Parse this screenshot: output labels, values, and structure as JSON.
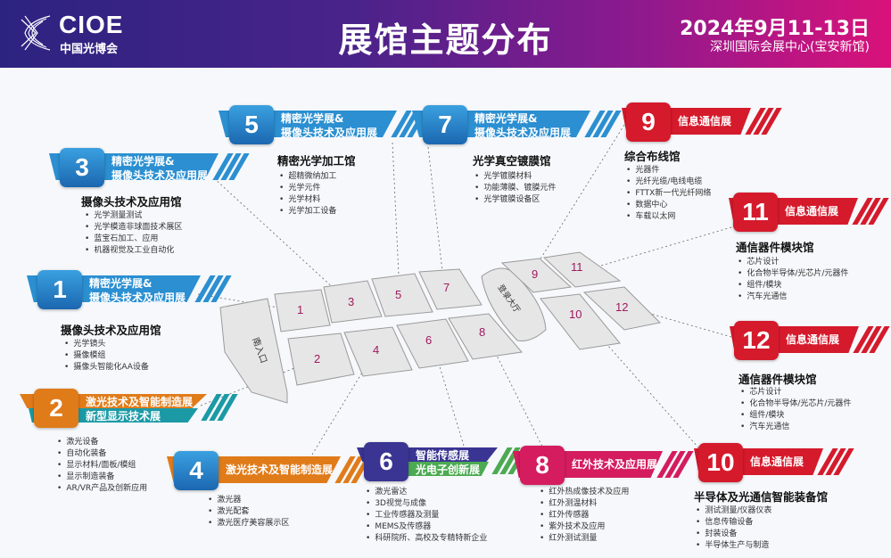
{
  "header": {
    "logo_text": "CIOE",
    "logo_sub": "中国光博会",
    "title": "展馆主题分布",
    "date": "2024年9月11-13日",
    "venue": "深圳国际会展中心(宝安新馆)"
  },
  "map": {
    "south_entrance": "南入口",
    "lobby": "登录大厅",
    "halls": [
      "1",
      "2",
      "3",
      "4",
      "5",
      "6",
      "7",
      "8",
      "9",
      "10",
      "11",
      "12"
    ]
  },
  "colors": {
    "blue": "#2b8fd1",
    "blue_dark": "#1b67b0",
    "orange": "#e07b1a",
    "teal": "#1b9aa6",
    "indigo": "#3a3592",
    "green": "#4caa52",
    "pink": "#d41c5f",
    "red": "#d51a2c"
  },
  "cards": [
    {
      "id": "h3",
      "number": "3",
      "theme": [
        "精密光学展&",
        "摄像头技术及应用展"
      ],
      "hall": "摄像头技术及应用馆",
      "items": [
        "光学测量测试",
        "光学模造非球面技术展区",
        "蓝宝石加工、应用",
        "机器视觉及工业自动化"
      ]
    },
    {
      "id": "h1",
      "number": "1",
      "theme": [
        "精密光学展&",
        "摄像头技术及应用展"
      ],
      "hall": "摄像头技术及应用馆",
      "items": [
        "光学镜头",
        "摄像模组",
        "摄像头智能化AA设备"
      ]
    },
    {
      "id": "h2",
      "number": "2",
      "theme": [
        "激光技术及智能制造展",
        "新型显示技术展"
      ],
      "hall": "",
      "items": [
        "激光设备",
        "自动化装备",
        "显示材料/面板/模组",
        "显示制造装备",
        "AR/VR产品及创新应用"
      ]
    },
    {
      "id": "h4",
      "number": "4",
      "theme": [
        "激光技术及智能制造展"
      ],
      "hall": "",
      "items": [
        "激光器",
        "激光配套",
        "激光医疗美容展示区"
      ]
    },
    {
      "id": "h5",
      "number": "5",
      "theme": [
        "精密光学展&",
        "摄像头技术及应用展"
      ],
      "hall": "精密光学加工馆",
      "items": [
        "超精微纳加工",
        "光学元件",
        "光学材料",
        "光学加工设备"
      ]
    },
    {
      "id": "h7",
      "number": "7",
      "theme": [
        "精密光学展&",
        "摄像头技术及应用展"
      ],
      "hall": "光学真空镀膜馆",
      "items": [
        "光学镀膜材料",
        "功能薄膜、镀膜元件",
        "光学镀膜设备区"
      ]
    },
    {
      "id": "h9",
      "number": "9",
      "theme": [
        "信息通信展"
      ],
      "hall": "综合布线馆",
      "items": [
        "光器件",
        "光纤光缆/电线电缆",
        "FTTX新一代光纤网络",
        "数据中心",
        "车载以太网"
      ]
    },
    {
      "id": "h11",
      "number": "11",
      "theme": [
        "信息通信展"
      ],
      "hall": "通信器件模块馆",
      "items": [
        "芯片设计",
        "化合物半导体/光芯片/元器件",
        "组件/模块",
        "汽车光通信"
      ]
    },
    {
      "id": "h12",
      "number": "12",
      "theme": [
        "信息通信展"
      ],
      "hall": "通信器件模块馆",
      "items": [
        "芯片设计",
        "化合物半导体/光芯片/元器件",
        "组件/模块",
        "汽车光通信"
      ]
    },
    {
      "id": "h10",
      "number": "10",
      "theme": [
        "信息通信展"
      ],
      "hall": "半导体及光通信智能装备馆",
      "items": [
        "测试测量/仪器仪表",
        "信息传输设备",
        "封装设备",
        "半导体生产与制造"
      ]
    },
    {
      "id": "h6",
      "number": "6",
      "theme": [
        "智能传感展",
        "光电子创新展"
      ],
      "hall": "",
      "items": [
        "激光雷达",
        "3D视觉与成像",
        "工业传感器及测量",
        "MEMS及传感器",
        "科研院所、高校及专精特新企业"
      ]
    },
    {
      "id": "h8",
      "number": "8",
      "theme": [
        "红外技术及应用展"
      ],
      "hall": "",
      "items": [
        "红外热成像技术及应用",
        "红外测温材料",
        "红外传感器",
        "紫外技术及应用",
        "红外测试测量"
      ]
    }
  ]
}
